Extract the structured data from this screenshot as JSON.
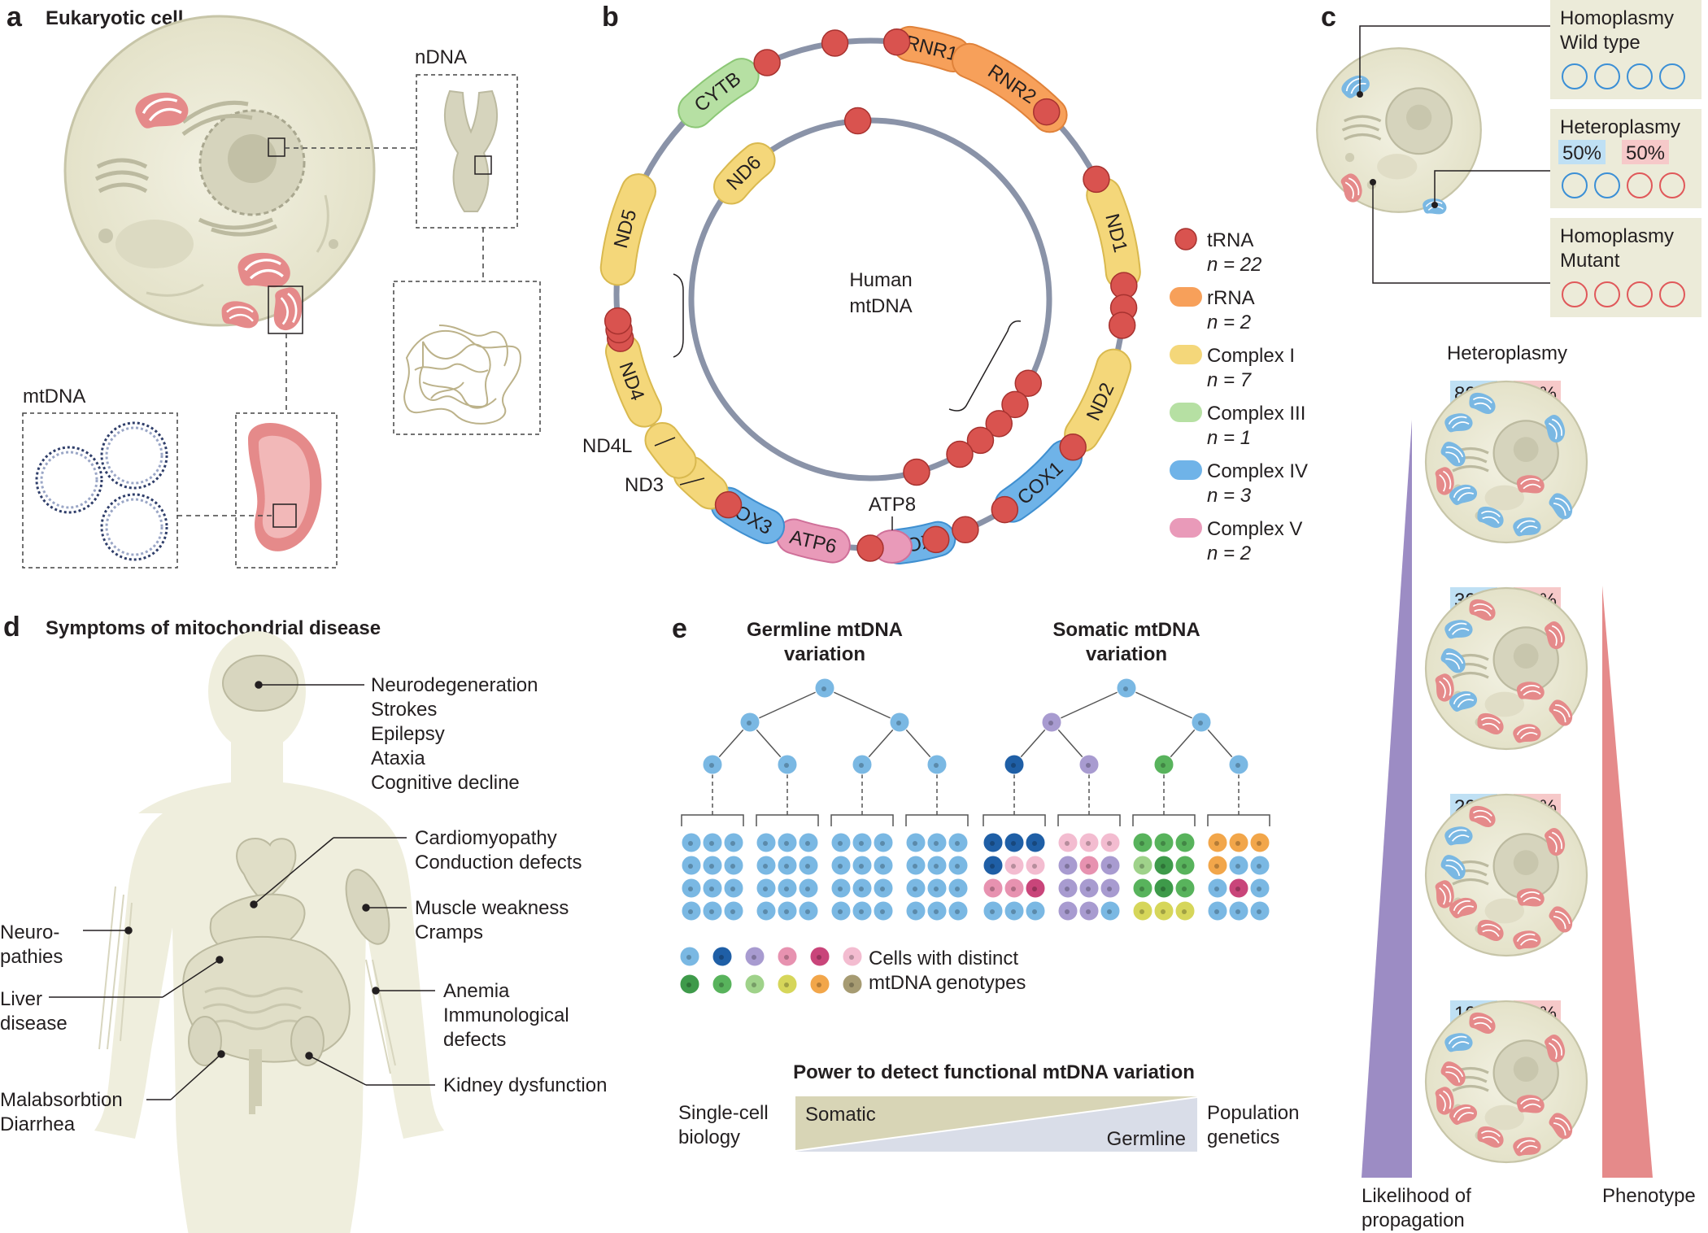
{
  "panel_a": {
    "letter": "a",
    "title": "Eukaryotic cell",
    "ndna_label": "nDNA",
    "mtdna_label": "mtDNA"
  },
  "panel_b": {
    "letter": "b",
    "center_label_1": "Human",
    "center_label_2": "mtDNA",
    "genes": [
      "CYTB",
      "RNR1",
      "RNR2",
      "ND1",
      "ND2",
      "COX1",
      "COX2",
      "ATP8",
      "ATP6",
      "COX3",
      "ND3",
      "ND4L",
      "ND4",
      "ND5",
      "ND6"
    ],
    "legend": [
      {
        "name": "tRNA",
        "n": "n = 22",
        "color": "#d9534f"
      },
      {
        "name": "rRNA",
        "n": "n = 2",
        "color": "#f7a05a"
      },
      {
        "name": "Complex I",
        "n": "n = 7",
        "color": "#f4d77a"
      },
      {
        "name": "Complex III",
        "n": "n = 1",
        "color": "#b6e0a3"
      },
      {
        "name": "Complex IV",
        "n": "n = 3",
        "color": "#6fb3e8"
      },
      {
        "name": "Complex V",
        "n": "n = 2",
        "color": "#e99ab9"
      }
    ]
  },
  "panel_c": {
    "letter": "c",
    "homoplasmy_wt_1": "Homoplasmy",
    "homoplasmy_wt_2": "Wild type",
    "heteroplasmy": "Heteroplasmy",
    "het_blue": "50%",
    "het_red": "50%",
    "homoplasmy_mut_1": "Homoplasmy",
    "homoplasmy_mut_2": "Mutant",
    "heteroplasmy_title": "Heteroplasmy",
    "levels": [
      {
        "wt": "80%",
        "mut": "20%"
      },
      {
        "wt": "30%",
        "mut": "70%"
      },
      {
        "wt": "20%",
        "mut": "80%"
      },
      {
        "wt": "10%",
        "mut": "90%"
      }
    ],
    "likelihood_1": "Likelihood of",
    "likelihood_2": "propagation",
    "phenotype": "Phenotype"
  },
  "panel_d": {
    "letter": "d",
    "title": "Symptoms of mitochondrial disease",
    "brain": [
      "Neurodegeneration",
      "Strokes",
      "Epilepsy",
      "Ataxia",
      "Cognitive decline"
    ],
    "heart": [
      "Cardiomyopathy",
      "Conduction defects"
    ],
    "muscle": [
      "Muscle weakness",
      "Cramps"
    ],
    "neuro": [
      "Neuro-",
      "pathies"
    ],
    "liver": [
      "Liver",
      "disease"
    ],
    "blood": [
      "Anemia",
      "Immunological",
      "defects"
    ],
    "gut": [
      "Malabsorbtion",
      "Diarrhea"
    ],
    "kidney": [
      "Kidney dysfunction"
    ]
  },
  "panel_e": {
    "letter": "e",
    "germline_1": "Germline mtDNA",
    "germline_2": "variation",
    "somatic_1": "Somatic mtDNA",
    "somatic_2": "variation",
    "cells_1": "Cells with distinct",
    "cells_2": "mtDNA genotypes",
    "power_title": "Power to detect functional mtDNA variation",
    "left_1": "Single-cell",
    "left_2": "biology",
    "somatic_word": "Somatic",
    "germline_word": "Germline",
    "right_1": "Population",
    "right_2": "genetics"
  },
  "colors": {
    "cell_fill": "#ecebd9",
    "cell_stroke": "#c7c5a8",
    "mito_red": "#e58a8a",
    "mito_blue": "#7ab8e3",
    "trna": "#d9534f",
    "ring": "#8a93a8",
    "purple_wedge": "#9c8cc4",
    "red_wedge": "#e58a8a",
    "somatic_wedge": "#d8d5b6",
    "germline_wedge": "#d9dde8"
  }
}
